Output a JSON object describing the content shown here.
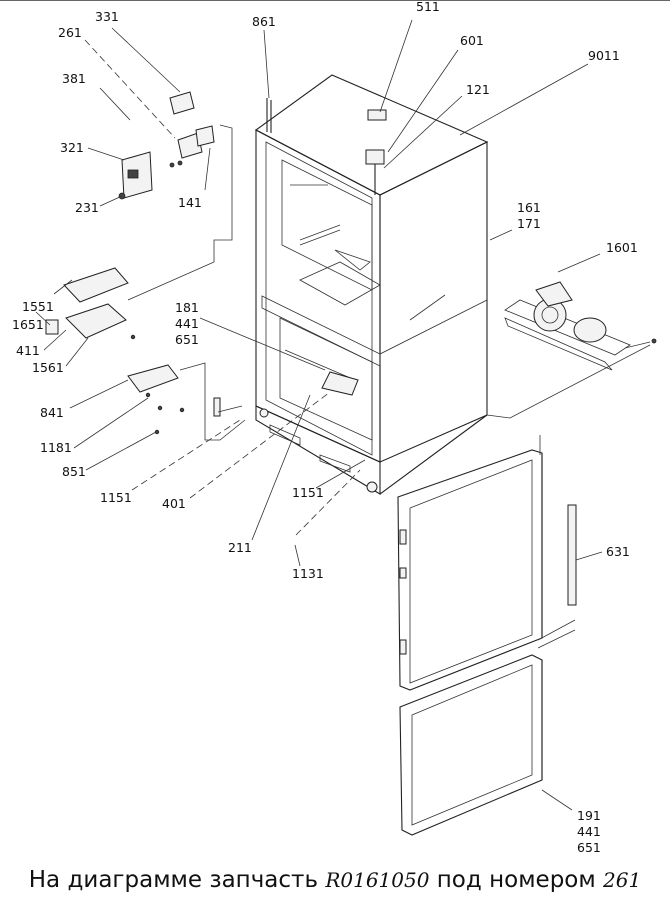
{
  "callouts": [
    {
      "id": "c331",
      "text": "331"
    },
    {
      "id": "c261",
      "text": "261"
    },
    {
      "id": "c381",
      "text": "381"
    },
    {
      "id": "c321",
      "text": "321"
    },
    {
      "id": "c231",
      "text": "231"
    },
    {
      "id": "c141",
      "text": "141"
    },
    {
      "id": "c861",
      "text": "861"
    },
    {
      "id": "c511",
      "text": "511"
    },
    {
      "id": "c601",
      "text": "601"
    },
    {
      "id": "c9011",
      "text": "9011"
    },
    {
      "id": "c121",
      "text": "121"
    },
    {
      "id": "c161",
      "text": "161"
    },
    {
      "id": "c171",
      "text": "171"
    },
    {
      "id": "c1601",
      "text": "1601"
    },
    {
      "id": "c1551",
      "text": "1551"
    },
    {
      "id": "c1651",
      "text": "1651"
    },
    {
      "id": "c411",
      "text": "411"
    },
    {
      "id": "c1561",
      "text": "1561"
    },
    {
      "id": "c181",
      "text": "181"
    },
    {
      "id": "c441a",
      "text": "441"
    },
    {
      "id": "c651a",
      "text": "651"
    },
    {
      "id": "c841",
      "text": "841"
    },
    {
      "id": "c1181",
      "text": "1181"
    },
    {
      "id": "c851",
      "text": "851"
    },
    {
      "id": "c1151a",
      "text": "1151"
    },
    {
      "id": "c401",
      "text": "401"
    },
    {
      "id": "c1151b",
      "text": "1151"
    },
    {
      "id": "c211",
      "text": "211"
    },
    {
      "id": "c1131",
      "text": "1131"
    },
    {
      "id": "c631",
      "text": "631"
    },
    {
      "id": "c191",
      "text": "191"
    },
    {
      "id": "c441b",
      "text": "441"
    },
    {
      "id": "c651b",
      "text": "651"
    }
  ],
  "caption": {
    "prefix": "На диаграмме запчасть",
    "part_number": "R0161050",
    "middle": "под номером",
    "callout": "261"
  }
}
